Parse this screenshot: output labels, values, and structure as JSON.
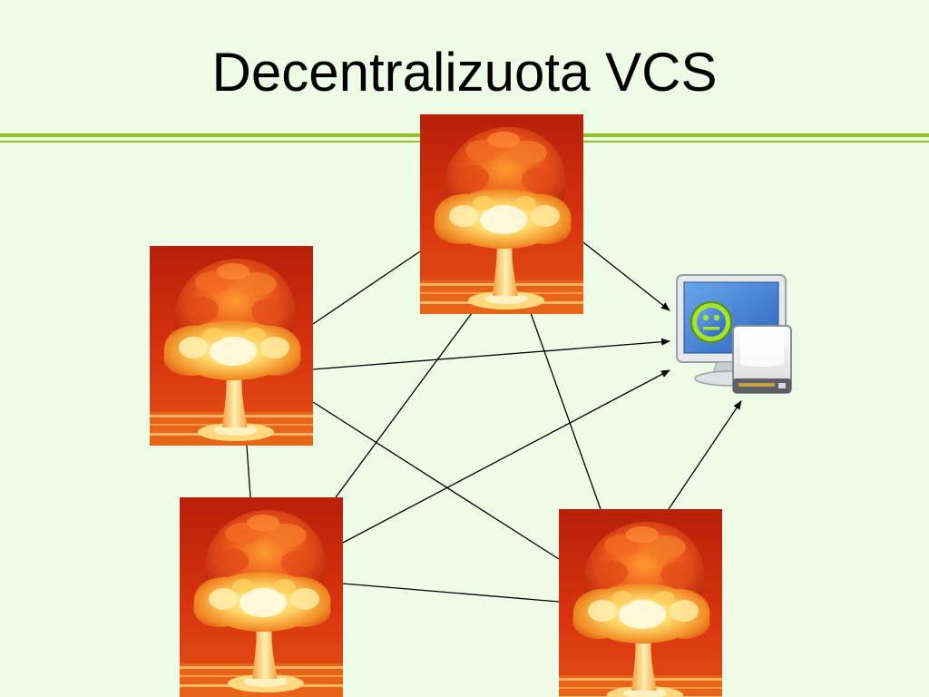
{
  "slide": {
    "title": "Decentralizuota VCS"
  },
  "diagram": {
    "nodes": [
      {
        "id": "node-top",
        "kind": "explosion-image"
      },
      {
        "id": "node-left",
        "kind": "explosion-image"
      },
      {
        "id": "node-bottom-left",
        "kind": "explosion-image"
      },
      {
        "id": "node-bottom-right",
        "kind": "explosion-image"
      },
      {
        "id": "computer",
        "kind": "computer-icon"
      }
    ],
    "edges": [
      {
        "from": "node-top",
        "to": "node-left",
        "arrow": false
      },
      {
        "from": "node-top",
        "to": "node-bottom-left",
        "arrow": false
      },
      {
        "from": "node-top",
        "to": "node-bottom-right",
        "arrow": false
      },
      {
        "from": "node-top",
        "to": "computer",
        "arrow": true
      },
      {
        "from": "node-left",
        "to": "node-bottom-left",
        "arrow": false
      },
      {
        "from": "node-left",
        "to": "node-bottom-right",
        "arrow": false
      },
      {
        "from": "node-left",
        "to": "computer",
        "arrow": true
      },
      {
        "from": "node-bottom-left",
        "to": "node-bottom-right",
        "arrow": false
      },
      {
        "from": "node-bottom-left",
        "to": "computer",
        "arrow": true
      },
      {
        "from": "node-bottom-right",
        "to": "computer",
        "arrow": true
      }
    ],
    "colors": {
      "accent_rule": "#8fc21f",
      "background": "#eefbe6",
      "line": "#000000",
      "explosion_red": "#d42a10",
      "explosion_orange": "#f07820",
      "explosion_yellow": "#ffe27a",
      "screen_blue": "#3f7fd6",
      "smiley_green": "#a6e22e"
    }
  }
}
